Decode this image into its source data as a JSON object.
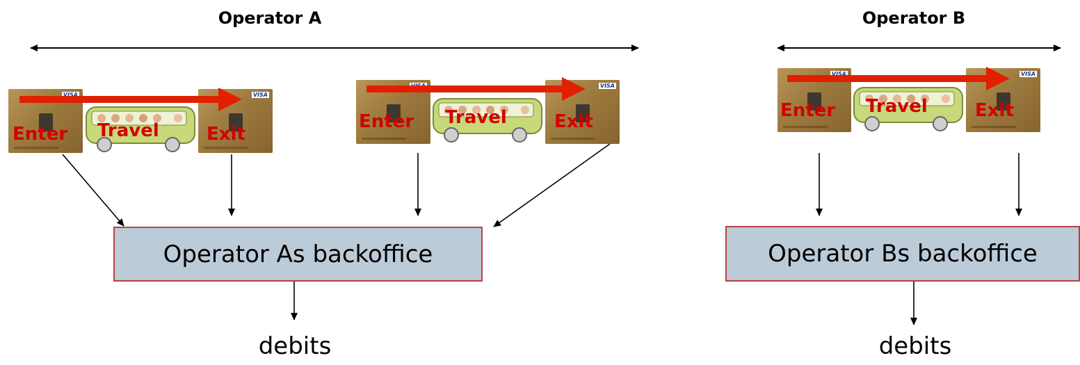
{
  "operator_a": {
    "title": "Operator A",
    "journey_1": {
      "enter": "Enter",
      "travel": "Travel",
      "exit": "Exit"
    },
    "journey_2": {
      "enter": "Enter",
      "travel": "Travel",
      "exit": "Exit"
    },
    "backoffice": "Operator As backoffice",
    "output": "debits"
  },
  "operator_b": {
    "title": "Operator B",
    "journey_1": {
      "enter": "Enter",
      "travel": "Travel",
      "exit": "Exit"
    },
    "backoffice": "Operator Bs backoffice",
    "output": "debits"
  },
  "colors": {
    "label_red": "#d20000",
    "journey_arrow": "#e02000",
    "backoffice_fill": "#bccbd8",
    "backoffice_border": "#b94040"
  },
  "icons": [
    "card-visa-icon",
    "bus-icon"
  ]
}
